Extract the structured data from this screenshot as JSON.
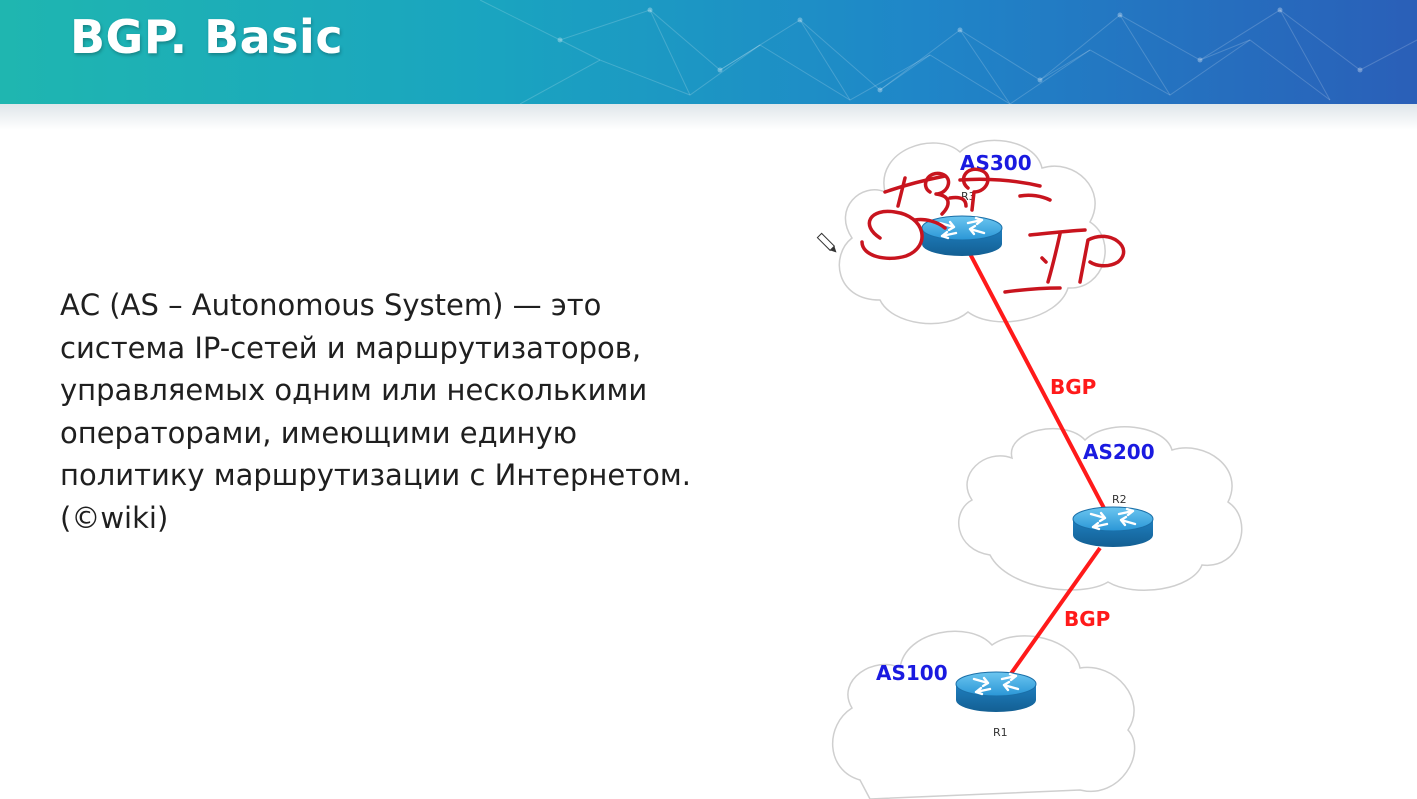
{
  "slide": {
    "title": "BGP. Basic"
  },
  "definition": {
    "lines": [
      "АС  (AS – Autonomous System) — это",
      "система IP-сетей и маршрутизаторов,",
      "управляемых одним или несколькими",
      "операторами, имеющими единую",
      "политику маршрутизации с Интернетом.",
      "(©wiki)"
    ]
  },
  "diagram": {
    "autonomous_systems": [
      {
        "name": "AS300",
        "router": "R3"
      },
      {
        "name": "AS200",
        "router": "R2"
      },
      {
        "name": "AS100",
        "router": "R1"
      }
    ],
    "links": [
      {
        "from": "R3",
        "to": "R2",
        "label": "BGP"
      },
      {
        "from": "R2",
        "to": "R1",
        "label": "BGP"
      }
    ],
    "colors": {
      "link": "#ff1a1a",
      "as_label": "#1a1ae0",
      "annotation": "#c8141e",
      "router": "#1f8fd0"
    }
  }
}
